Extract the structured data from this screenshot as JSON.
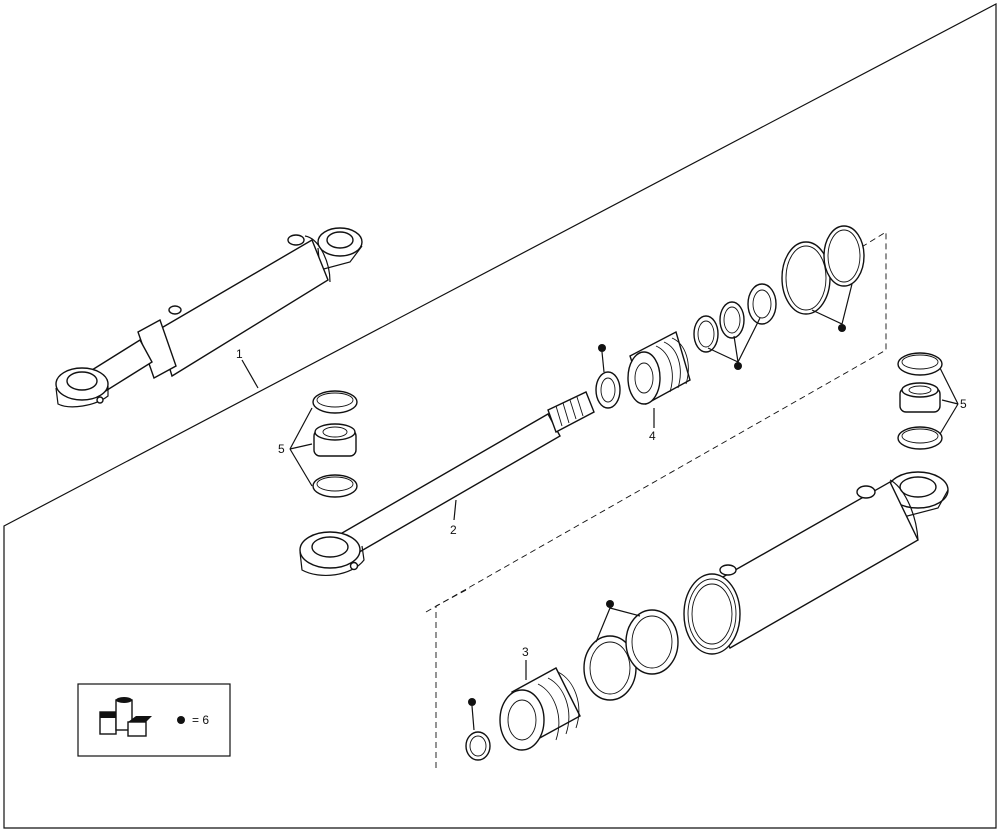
{
  "diagram": {
    "callouts": {
      "p1": "1",
      "p2": "2",
      "p3": "3",
      "p4": "4",
      "p5a": "5",
      "p5b": "5"
    },
    "legend": {
      "text": "= 6"
    }
  }
}
